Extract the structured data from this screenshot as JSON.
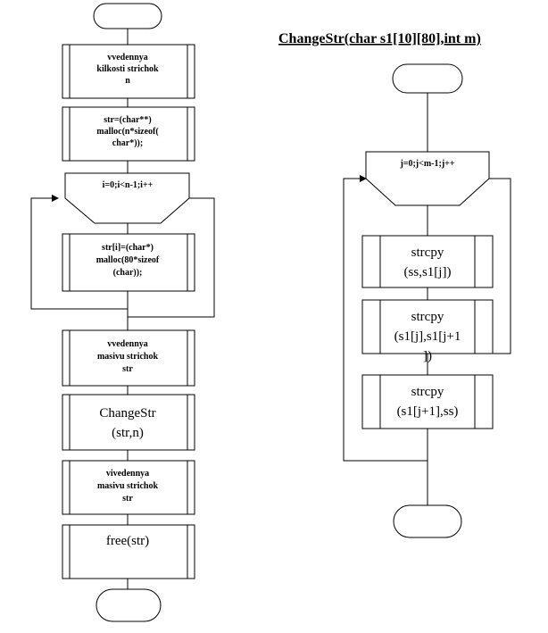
{
  "main_flowchart": {
    "start_terminal": "",
    "step_input_count": [
      "vvedennya",
      "kilkosti strichok",
      "n"
    ],
    "step_alloc_array": [
      "str=(char**)",
      "malloc(n*sizeof(",
      "char*));"
    ],
    "loop_header": "i=0;i<n-1;i++",
    "step_alloc_row": [
      "str[i]=(char*)",
      "malloc(80*sizeof",
      "(char));"
    ],
    "step_input_array": [
      "vvedennya",
      "masivu strichok",
      "str"
    ],
    "step_call_changestr": [
      "ChangeStr",
      "(str,n)"
    ],
    "step_output_array": [
      "vivedennya",
      "masivu strichok",
      "str"
    ],
    "step_free": [
      "free(str)"
    ],
    "end_terminal": ""
  },
  "subroutine_flowchart": {
    "title": "ChangeStr(char  s1[10][80],int m)",
    "start_terminal": "",
    "loop_header": "j=0;j<m-1;j++",
    "step_copy_to_temp": [
      "strcpy",
      "(ss,s1[j])"
    ],
    "step_copy_next": [
      "strcpy",
      "(s1[j],s1[j+1",
      "])"
    ],
    "step_copy_from_temp": [
      "strcpy",
      "(s1[j+1],ss)"
    ],
    "end_terminal": ""
  }
}
